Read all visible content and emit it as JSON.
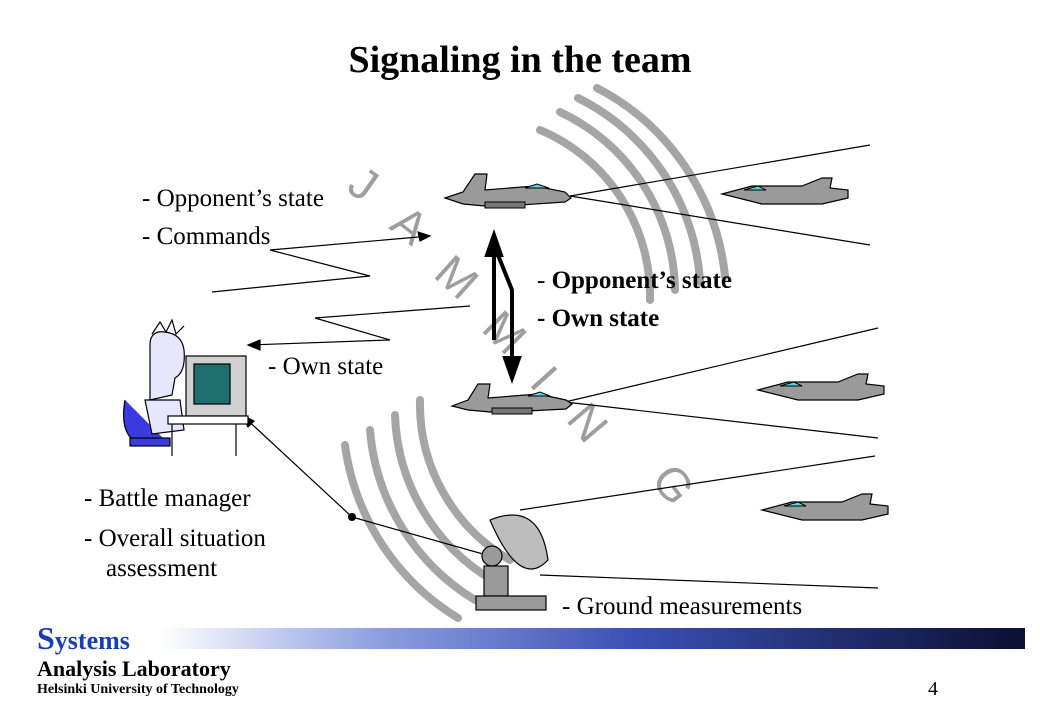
{
  "slide": {
    "title": "Signaling in the team",
    "watermark": "JAMMING",
    "page_number": "4"
  },
  "labels": {
    "opponent_state": "- Opponent’s state",
    "commands": "- Commands",
    "team_opponent_state_dash": "- ",
    "team_opponent_state": "Opponent’s state",
    "team_own_state": "- Own state",
    "own_state": "- Own state",
    "battle_manager": "- Battle manager",
    "overall_situation": "- Overall situation",
    "assessment": "assessment",
    "ground_measurements": "- Ground measurements"
  },
  "footer": {
    "systems_initial": "S",
    "systems_rest": "ystems",
    "lab": "Analysis Laboratory",
    "university": "Helsinki University of Technology"
  },
  "colors": {
    "aircraft_body": "#9a9a9a",
    "canopy": "#5ad6e0",
    "monitor_screen": "#1f6f6f",
    "chair": "#3a3ae0",
    "brand_blue": "#1a3fae",
    "watermark": "#9e9e9e"
  }
}
